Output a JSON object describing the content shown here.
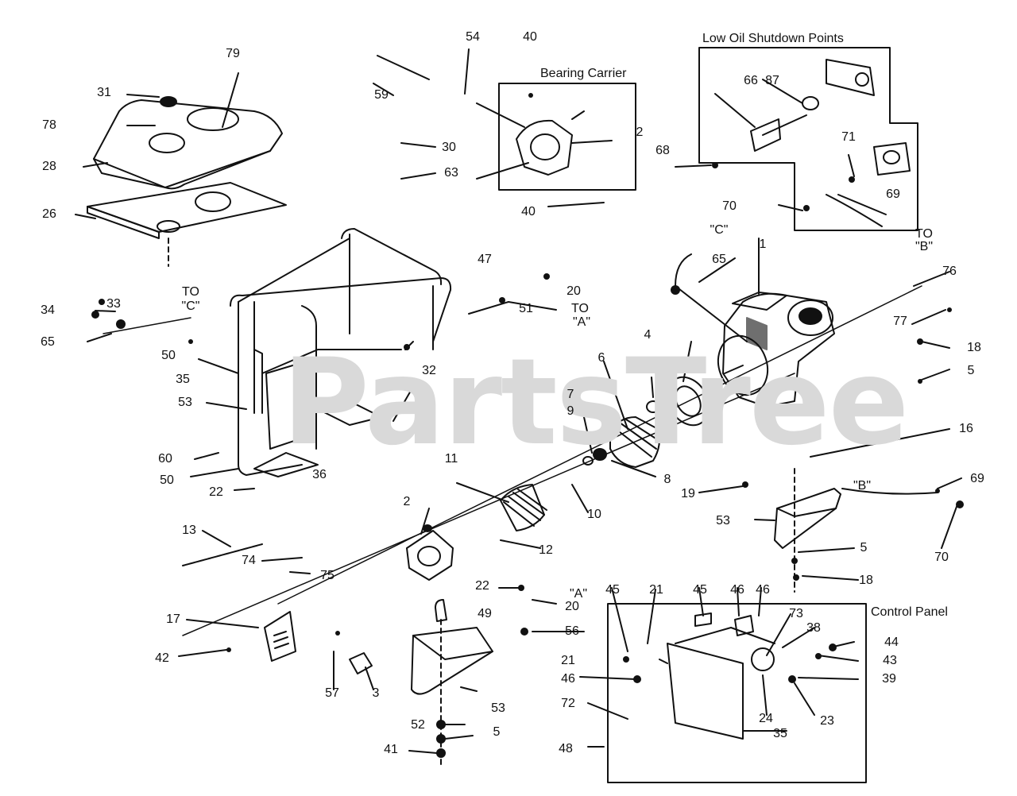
{
  "watermark": "PartsTree",
  "section_titles": {
    "bearing_carrier": "Bearing Carrier",
    "low_oil": "Low Oil Shutdown Points",
    "control_panel": "Control Panel"
  },
  "callouts": [
    {
      "text": "31"
    },
    {
      "text": "79"
    },
    {
      "text": "78"
    },
    {
      "text": "28"
    },
    {
      "text": "26"
    },
    {
      "text": "34"
    },
    {
      "text": "33"
    },
    {
      "text": "TO"
    },
    {
      "text": "\"C\""
    },
    {
      "text": "65"
    },
    {
      "text": "50"
    },
    {
      "text": "35"
    },
    {
      "text": "53"
    },
    {
      "text": "60"
    },
    {
      "text": "50"
    },
    {
      "text": "22"
    },
    {
      "text": "36"
    },
    {
      "text": "32"
    },
    {
      "text": "13"
    },
    {
      "text": "74"
    },
    {
      "text": "75"
    },
    {
      "text": "17"
    },
    {
      "text": "42"
    },
    {
      "text": "57"
    },
    {
      "text": "3"
    },
    {
      "text": "2"
    },
    {
      "text": "11"
    },
    {
      "text": "12"
    },
    {
      "text": "10"
    },
    {
      "text": "9"
    },
    {
      "text": "8"
    },
    {
      "text": "7"
    },
    {
      "text": "6"
    },
    {
      "text": "4"
    },
    {
      "text": "22"
    },
    {
      "text": "49"
    },
    {
      "text": "56"
    },
    {
      "text": "\"A\""
    },
    {
      "text": "20"
    },
    {
      "text": "52"
    },
    {
      "text": "5"
    },
    {
      "text": "41"
    },
    {
      "text": "53"
    },
    {
      "text": "54"
    },
    {
      "text": "40"
    },
    {
      "text": "59"
    },
    {
      "text": "30"
    },
    {
      "text": "63"
    },
    {
      "text": "2"
    },
    {
      "text": "40"
    },
    {
      "text": "47"
    },
    {
      "text": "20"
    },
    {
      "text": "TO"
    },
    {
      "text": "\"A\""
    },
    {
      "text": "51"
    },
    {
      "text": "66"
    },
    {
      "text": "87"
    },
    {
      "text": "68"
    },
    {
      "text": "71"
    },
    {
      "text": "70"
    },
    {
      "text": "69"
    },
    {
      "text": "TO"
    },
    {
      "text": "\"B\""
    },
    {
      "text": "\"C\""
    },
    {
      "text": "65"
    },
    {
      "text": "1"
    },
    {
      "text": "76"
    },
    {
      "text": "77"
    },
    {
      "text": "18"
    },
    {
      "text": "5"
    },
    {
      "text": "16"
    },
    {
      "text": "19"
    },
    {
      "text": "\"B\""
    },
    {
      "text": "69"
    },
    {
      "text": "53"
    },
    {
      "text": "5"
    },
    {
      "text": "18"
    },
    {
      "text": "70"
    },
    {
      "text": "45"
    },
    {
      "text": "21"
    },
    {
      "text": "45"
    },
    {
      "text": "46"
    },
    {
      "text": "46"
    },
    {
      "text": "73"
    },
    {
      "text": "38"
    },
    {
      "text": "44"
    },
    {
      "text": "43"
    },
    {
      "text": "21"
    },
    {
      "text": "46"
    },
    {
      "text": "39"
    },
    {
      "text": "72"
    },
    {
      "text": "24"
    },
    {
      "text": "23"
    },
    {
      "text": "48"
    },
    {
      "text": "35"
    }
  ]
}
